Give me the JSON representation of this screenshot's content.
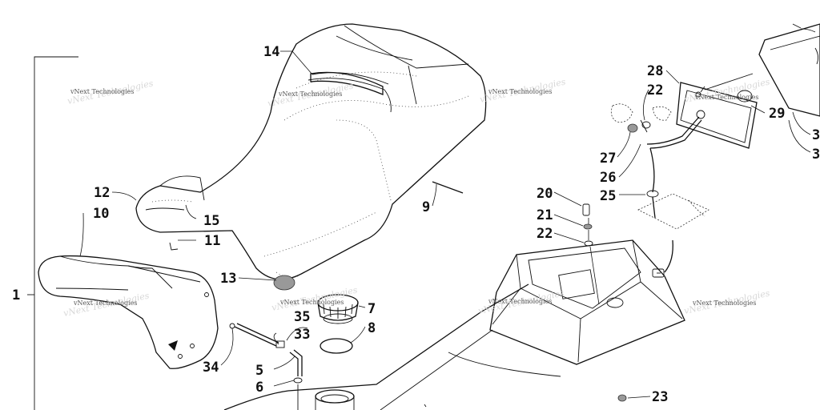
{
  "watermark": "vNext Technologies",
  "callouts": [
    "1",
    "3",
    "3",
    "5",
    "6",
    "7",
    "8",
    "9",
    "10",
    "11",
    "12",
    "13",
    "14",
    "15",
    "20",
    "21",
    "22",
    "22",
    "23",
    "25",
    "26",
    "27",
    "28",
    "29",
    "33",
    "34",
    "35"
  ]
}
